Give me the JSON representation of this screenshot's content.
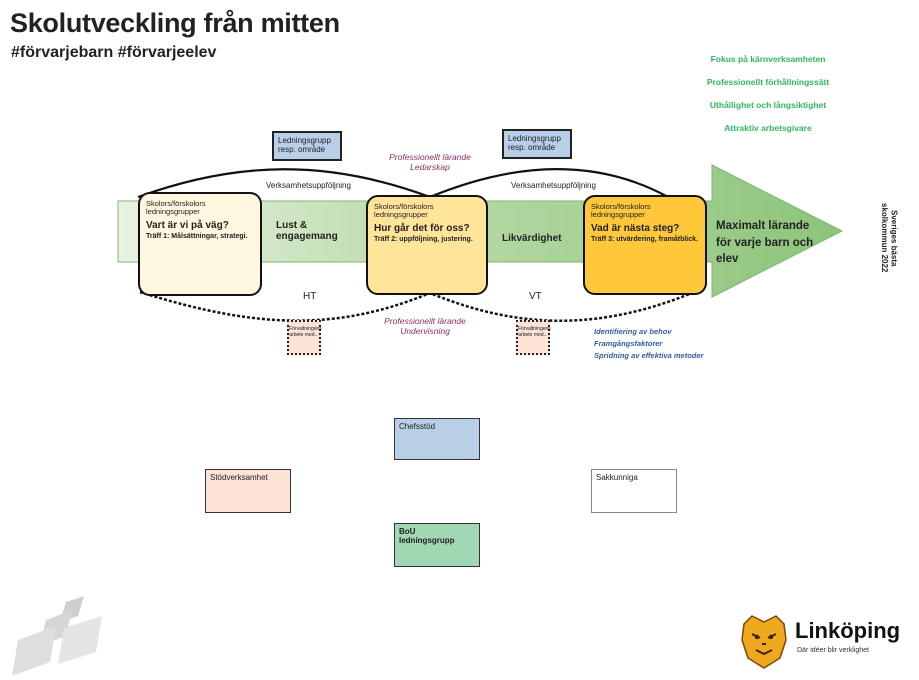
{
  "header": {
    "title": "Skolutveckling från mitten",
    "subtitle": "#förvarjebarn #förvarjeelev"
  },
  "focus_list": [
    "Fokus på kärnverksamheten",
    "Professionellt förhållningssätt",
    "Uthållighet och långsiktighet",
    "Attraktiv arbetsgivare"
  ],
  "top_boxes": {
    "left": "Ledningsgrupp resp. område",
    "right": "Ledningsgrupp resp. område"
  },
  "followup": {
    "left": "Verksamhetsuppföljning",
    "right": "Verksamhetsuppföljning"
  },
  "prof_top": {
    "line1": "Professionellt lärande",
    "line2": "Ledarskap"
  },
  "prof_bottom": {
    "line1": "Professionellt lärande",
    "line2": "Undervisning"
  },
  "stages": [
    {
      "h1": "Skolors/förskolors ledningsgrupper",
      "question": "Vart är vi på väg?",
      "meeting": "Träff 1: Målsättningar, strategi."
    },
    {
      "h1": "Skolors/förskolors ledningsgrupper",
      "question": "Hur går det för oss?",
      "meeting": "Träff 2: uppföljning, justering."
    },
    {
      "h1": "Skolors/förskolors ledningsgrupper",
      "question": "Vad är nästa steg?",
      "meeting": "Träff 3: utvärdering, framåtblick."
    }
  ],
  "arrow_labels": {
    "lust": "Lust & engagemang",
    "likvardighet": "Likvärdighet",
    "goal": "Maximalt lärande för varje barn och elev"
  },
  "terms": {
    "ht": "HT",
    "vt": "VT"
  },
  "small_boxes": {
    "left": "Förvaltningens arbete med...",
    "right": "Förvaltningens arbete med..."
  },
  "identification": [
    "Identifiering av behov",
    "Framgångsfaktorer",
    "Spridning av effektiva metoder"
  ],
  "vertical_text": "Sveriges bästa skolkommun 2022",
  "org_boxes": {
    "chefsstod": "Chefsstöd",
    "stodverksamhet": "Stödverksamhet",
    "sakkunniga": "Sakkunniga",
    "boui_line1": "BoU",
    "boui_line2": "ledningsgrupp"
  },
  "logo": {
    "name": "Linköping",
    "tagline": "Där idéer blir verklighet"
  },
  "colors": {
    "focus_green": "#2fb85e",
    "prof_purple": "#8b2f5e",
    "ident_blue": "#2e5fa0",
    "blue_box": "#b9cfe7",
    "green_box": "#9fd8b2",
    "peach_box": "#fbe3d6",
    "stage_light": "#fef6df",
    "stage_mid": "#ffe49a",
    "stage_dark": "#ffc73a"
  }
}
